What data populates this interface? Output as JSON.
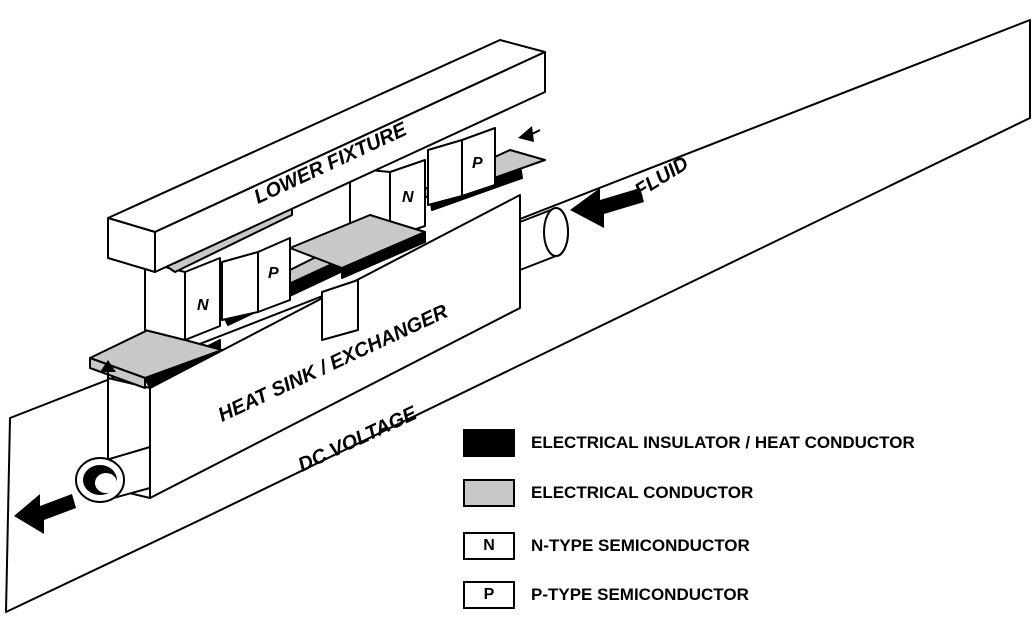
{
  "labels": {
    "lower_fixture": "LOWER FIXTURE",
    "heat_sink": "HEAT SINK / EXCHANGER",
    "dc_voltage": "DC VOLTAGE",
    "fluid": "FLUID",
    "n1": "N",
    "p1": "P",
    "n2": "N",
    "p2": "P"
  },
  "colors": {
    "insulator": "#000000",
    "conductor": "#c8c8c8",
    "background": "#ffffff"
  },
  "legend": [
    {
      "swatch": "",
      "label": "ELECTRICAL INSULATOR / HEAT CONDUCTOR",
      "fill": "#000000"
    },
    {
      "swatch": "",
      "label": "ELECTRICAL CONDUCTOR",
      "fill": "#c8c8c8"
    },
    {
      "swatch": "N",
      "label": "N-TYPE SEMICONDUCTOR",
      "fill": "#ffffff"
    },
    {
      "swatch": "P",
      "label": "P-TYPE SEMICONDUCTOR",
      "fill": "#ffffff"
    }
  ]
}
